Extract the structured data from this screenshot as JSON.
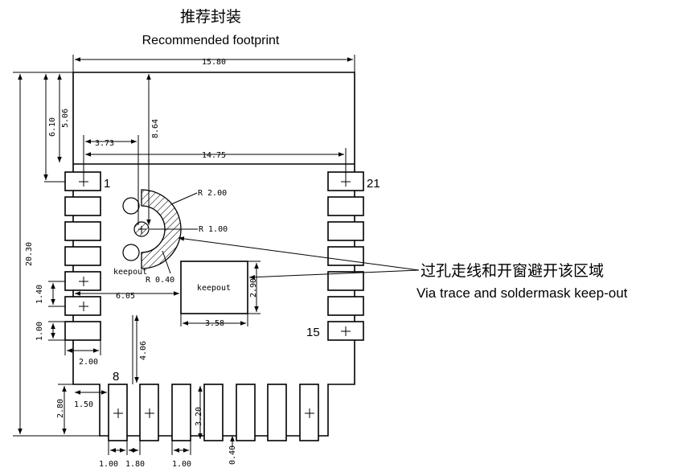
{
  "title_cn": "推荐封装",
  "title_en": "Recommended footprint",
  "annotation_cn": "过孔走线和开窗避开该区域",
  "annotation_en": "Via trace and soldermask keep-out",
  "pin_labels": {
    "pin1": "1",
    "pin8": "8",
    "pin15": "15",
    "pin21": "21"
  },
  "keepout_labels": {
    "arc": "keepout",
    "box": "keepout"
  },
  "dimensions": {
    "overall_width": "15.80",
    "overall_height": "20.30",
    "top_to_pad": "6.10",
    "top_to_line": "5.06",
    "pin1_offset": "3.73",
    "hole_offset": "8.64",
    "pad_span": "14.75",
    "radius_outer": "R 2.00",
    "radius_inner": "R 1.00",
    "radius_small": "R 0.40",
    "pitch_left": "1.40",
    "pad_width_left": "1.00",
    "pad_length_left": "2.00",
    "box_offset": "6.05",
    "box_width": "3.58",
    "box_height": "2.90",
    "bottom_offset": "4.06",
    "bottom_pad_len": "2.80",
    "bottom_step": "1.50",
    "bottom_pad_h": "3.20",
    "bottom_pad_w": "1.00",
    "bottom_pitch": "1.80",
    "bottom_pad_w2": "1.00",
    "bottom_gap": "0.40"
  }
}
